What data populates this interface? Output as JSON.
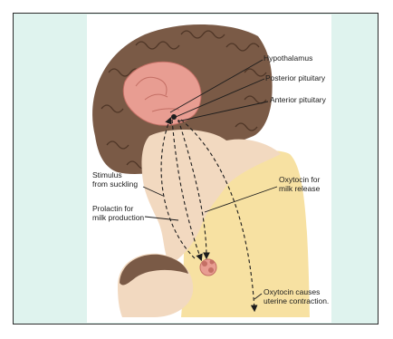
{
  "colors": {
    "background": "#dff3ee",
    "frame_border": "#2b2b2b",
    "hair": "#7a5a46",
    "skin": "#f2d9c0",
    "brain": "#e89d92",
    "shirt": "#f7e1a2",
    "arrow": "#1c1c1c"
  },
  "labels": {
    "hypothalamus": "Hypothalamus",
    "posterior_pituitary": "Posterior pituitary",
    "anterior_pituitary": "Anterior pituitary",
    "stimulus": "Stimulus\nfrom suckling",
    "prolactin": "Prolactin for\nmilk production",
    "oxytocin_release": "Oxytocin for\nmilk release",
    "oxytocin_uterine": "Oxytocin causes\nuterine contraction."
  }
}
